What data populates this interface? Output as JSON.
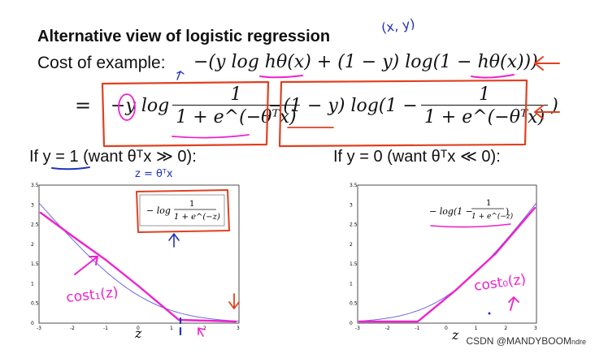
{
  "slide": {
    "title": "Alternative view of logistic regression",
    "cost_label": "Cost of example:",
    "cost_expr": "−(y log hθ(x) + (1 − y) log(1 − hθ(x)))",
    "eq_sign": "=",
    "term1_prefix": "−y log",
    "term1_num": "1",
    "term1_den": "1 + e^(−θᵀx)",
    "term2_prefix": "−(1 − y) log(1 −",
    "term2_num": "1",
    "term2_den": "1 + e^(−θᵀx)",
    "term2_suffix": ")",
    "left_condition": "If y = 1 (want θᵀx ≫ 0):",
    "right_condition": "If y = 0 (want θᵀx ≪ 0):",
    "watermark": "CSDN @MANDYBOOM",
    "watermark_tail": "ndre"
  },
  "annotations": {
    "xy": "(x, y)",
    "z_def": "z = θᵀx",
    "cost1": "cost₁(z)",
    "cost0": "cost₀(z)"
  },
  "legend_left": {
    "prefix": "− log",
    "num": "1",
    "den": "1 + e^(−z)"
  },
  "legend_right": {
    "prefix": "− log(1 −",
    "num": "1",
    "den": "1 + e^(−z)",
    "suffix": ")"
  },
  "colors": {
    "ink_red": "#e04020",
    "ink_magenta": "#ee22cc",
    "ink_blue": "#2233bb",
    "curve": "#6a6adf"
  },
  "chart_data": [
    {
      "type": "line",
      "xlabel": "z",
      "xlim": [
        -3,
        3
      ],
      "ylim": [
        0,
        3.5
      ],
      "xticks": [
        "-3",
        "-2",
        "-1",
        "0",
        "1",
        "2",
        "3"
      ],
      "yticks": [
        "0",
        "0.5",
        "1",
        "1.5",
        "2",
        "2.5",
        "3",
        "3.5"
      ],
      "series": [
        {
          "name": "− log 1/(1+e^(−z))",
          "function": "-log(1/(1+exp(-z)))"
        }
      ]
    },
    {
      "type": "line",
      "xlabel": "z",
      "xlim": [
        -3,
        3
      ],
      "ylim": [
        0,
        3.5
      ],
      "xticks": [
        "-3",
        "-2",
        "-1",
        "0",
        "1",
        "2",
        "3"
      ],
      "yticks": [
        "0",
        "0.5",
        "1",
        "1.5",
        "2",
        "2.5",
        "3",
        "3.5"
      ],
      "series": [
        {
          "name": "− log(1 − 1/(1+e^(−z)))",
          "function": "-log(1-1/(1+exp(-z)))"
        }
      ]
    }
  ]
}
